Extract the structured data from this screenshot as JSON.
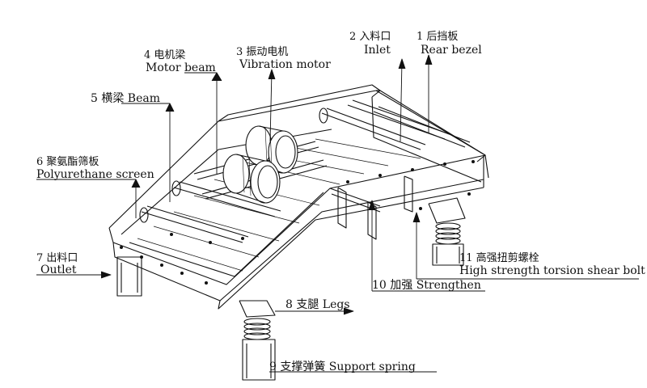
{
  "labels": {
    "p1": {
      "zh": "1 后挡板",
      "en": "Rear bezel"
    },
    "p2": {
      "zh": "2 入料口",
      "en": "Inlet"
    },
    "p3": {
      "zh": "3 振动电机",
      "en": "Vibration motor"
    },
    "p4": {
      "zh": "4 电机梁",
      "en": "Motor beam"
    },
    "p5": {
      "text": "5 横梁 Beam"
    },
    "p6": {
      "zh": "6 聚氨酯筛板",
      "en": "Polyurethane screen"
    },
    "p7": {
      "zh": "7 出料口",
      "en": "Outlet"
    },
    "p8": {
      "text": "8 支腿 Legs"
    },
    "p9": {
      "text": "9 支撑弹簧 Support spring"
    },
    "p10": {
      "text": "10 加强 Strengthen"
    },
    "p11": {
      "zh": "11 高强扭剪螺栓",
      "en": "High strength torsion shear bolt"
    }
  }
}
